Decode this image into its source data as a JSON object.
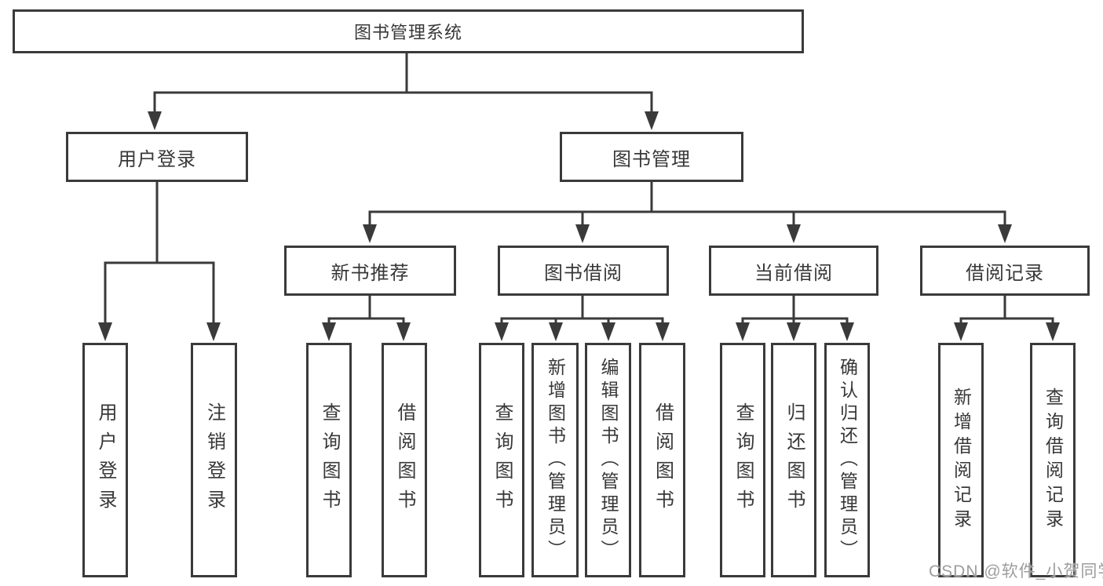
{
  "diagram_title": "图书管理系统",
  "tree": {
    "root": "图书管理系统",
    "branches": [
      {
        "label": "用户登录",
        "children": [
          {
            "label": "用户登录"
          },
          {
            "label": "注销登录"
          }
        ]
      },
      {
        "label": "图书管理",
        "children": [
          {
            "label": "新书推荐",
            "children": [
              {
                "label": "查询图书"
              },
              {
                "label": "借阅图书"
              }
            ]
          },
          {
            "label": "图书借阅",
            "children": [
              {
                "label": "查询图书"
              },
              {
                "label": "新增图书（管理员）"
              },
              {
                "label": "编辑图书（管理员）"
              },
              {
                "label": "借阅图书"
              }
            ]
          },
          {
            "label": "当前借阅",
            "children": [
              {
                "label": "查询图书"
              },
              {
                "label": "归还图书"
              },
              {
                "label": "确认归还（管理员）"
              }
            ]
          },
          {
            "label": "借阅记录",
            "children": [
              {
                "label": "新增借阅记录"
              },
              {
                "label": "查询借阅记录"
              }
            ]
          }
        ]
      }
    ]
  },
  "watermark": "CSDN @软件_小贺同学",
  "colors": {
    "background": "#ffffff",
    "box_border": "#3a3a3a",
    "connector_line": "#3a3a3a",
    "text": "#383838",
    "watermark_text": "#9d9d9d"
  }
}
